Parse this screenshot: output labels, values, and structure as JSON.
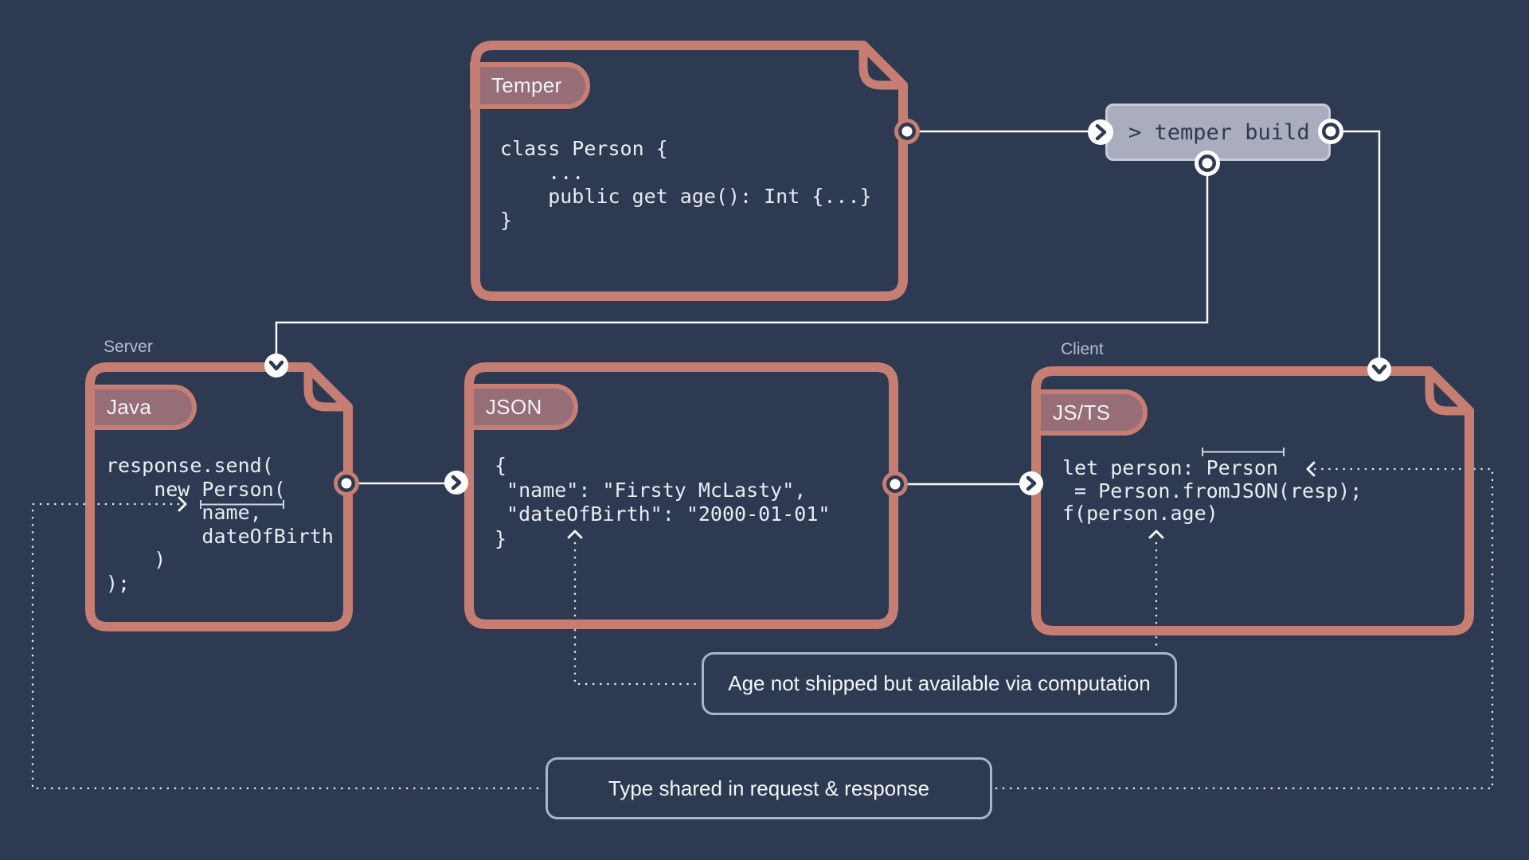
{
  "title": "Temper shared-type build diagram",
  "command": {
    "text": "> temper build"
  },
  "cards": {
    "temper": {
      "tab_label": "Temper",
      "code": "class Person {\n    ...\n    public get age(): Int {...}\n}"
    },
    "java": {
      "group_label": "Server",
      "tab_label": "Java",
      "code": "response.send(\n    new Person(\n        name,\n        dateOfBirth\n    )\n);"
    },
    "json": {
      "tab_label": "JSON",
      "code": "{\n \"name\": \"Firsty McLasty\",\n \"dateOfBirth\": \"2000-01-01\"\n}"
    },
    "jsts": {
      "group_label": "Client",
      "tab_label": "JS/TS",
      "code": "let person: Person\n = Person.fromJSON(resp);\nf(person.age)"
    }
  },
  "notes": {
    "age_note": "Age not shipped but available via computation",
    "type_shared_note": "Type shared in request & response"
  },
  "colors": {
    "background": "#2d3a51",
    "document_border": "#c67e72",
    "tab_fill": "#976d78",
    "command_fill": "#a9adbd",
    "command_border": "#c7cbd8",
    "navy_text": "#2d3a52",
    "code_text": "#e9ecf3",
    "group_label_text": "#b6bdcb",
    "note_border": "#a9b5cd",
    "connector_line": "#f7f8fa"
  }
}
